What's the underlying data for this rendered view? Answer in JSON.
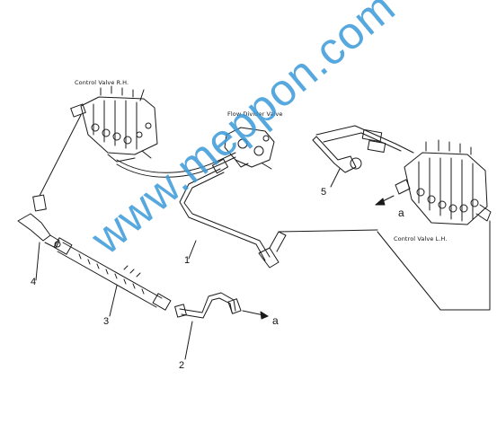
{
  "labels": {
    "control_valve_rh": "Control Valve R.H.",
    "flow_divider_valve": "Flow Divider Valve",
    "control_valve_lh": "Control Valve L.H."
  },
  "callouts": {
    "c1": "1",
    "c2": "2",
    "c3": "3",
    "c4": "4",
    "c5": "5",
    "arrow_a_top": "a",
    "arrow_a_bottom": "a"
  },
  "watermark": "www.meppon.com",
  "colors": {
    "line": "#1a1a1a",
    "watermark": "#3a9ad9"
  }
}
